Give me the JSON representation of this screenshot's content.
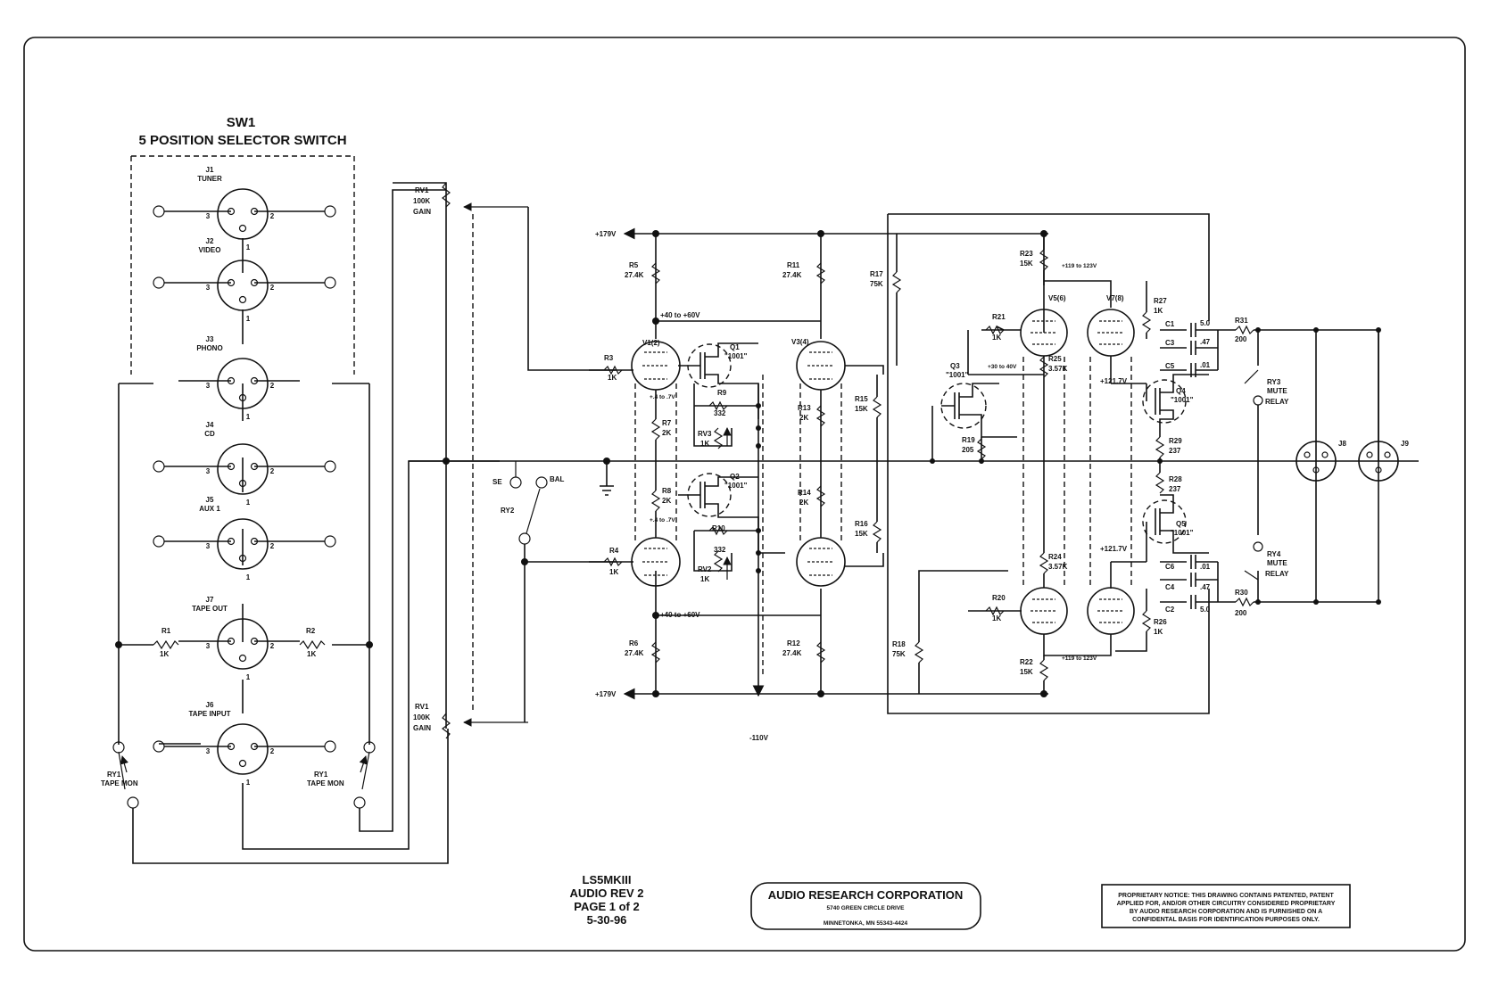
{
  "selector": {
    "title": "SW1",
    "subtitle": "5 POSITION SELECTOR SWITCH",
    "jacks": [
      {
        "ref": "J1",
        "name": "TUNER"
      },
      {
        "ref": "J2",
        "name": "VIDEO"
      },
      {
        "ref": "J3",
        "name": "PHONO"
      },
      {
        "ref": "J4",
        "name": "CD"
      },
      {
        "ref": "J5",
        "name": "AUX 1"
      },
      {
        "ref": "J7",
        "name": "TAPE OUT"
      },
      {
        "ref": "J6",
        "name": "TAPE INPUT"
      }
    ],
    "pins": {
      "p1": "1",
      "p2": "2",
      "p3": "3"
    }
  },
  "resistors_left": {
    "r1": {
      "ref": "R1",
      "val": "1K"
    },
    "r2": {
      "ref": "R2",
      "val": "1K"
    }
  },
  "relay_tape": {
    "ref": "RY1",
    "name": "TAPE MON"
  },
  "gain_pots": [
    {
      "ref": "RV1",
      "val": "100K",
      "name": "GAIN"
    },
    {
      "ref": "RV1",
      "val": "100K",
      "name": "GAIN"
    }
  ],
  "mode": {
    "se": "SE",
    "bal": "BAL",
    "relay": "RY2"
  },
  "rails": {
    "pos": "+179V",
    "neg": "-110V",
    "v40a": "+40 to +60V",
    "v40b": "+40 to +60V",
    "v4a": "+.4 to .7V",
    "v4b": "+.4 to .7V",
    "v30": "+30 to 40V",
    "v119a": "+119 to 123V",
    "v119b": "+119 to 123V",
    "v121a": "+121.7V",
    "v121b": "+121.7V"
  },
  "tubes": [
    {
      "ref": "V1(2)"
    },
    {
      "ref": "V3(4)"
    },
    {
      "ref": "V5(6)"
    },
    {
      "ref": "V7(8)"
    }
  ],
  "transistors": [
    {
      "ref": "Q1",
      "val": "\"1001\""
    },
    {
      "ref": "Q2",
      "val": "\"1001\""
    },
    {
      "ref": "Q3",
      "val": "\"1001\""
    },
    {
      "ref": "Q4",
      "val": "\"1001\""
    },
    {
      "ref": "Q5",
      "val": "\"1001\""
    }
  ],
  "resistors": {
    "R3": "1K",
    "R4": "1K",
    "R5": "27.4K",
    "R6": "27.4K",
    "R7": "2K",
    "R8": "2K",
    "R9": "332",
    "R10": "332",
    "RV3": "1K",
    "RV2": "1K",
    "R11": "27.4K",
    "R12": "27.4K",
    "R13": "2K",
    "R14": "2K",
    "R15": "15K",
    "R16": "15K",
    "R17": "75K",
    "R18": "75K",
    "R19": "205",
    "R20": "1K",
    "R21": "1K",
    "R22": "15K",
    "R23": "15K",
    "R24": "3.57K",
    "R25": "3.57K",
    "R26": "1K",
    "R27": "1K",
    "R28": "237",
    "R29": "237",
    "R30": "200",
    "R31": "200"
  },
  "caps": {
    "C1": "5.0",
    "C2": "5.0",
    "C3": ".47",
    "C4": ".47",
    "C5": ".01",
    "C6": ".01"
  },
  "mute": [
    {
      "ref": "RY3",
      "l1": "MUTE",
      "l2": "RELAY"
    },
    {
      "ref": "RY4",
      "l1": "MUTE",
      "l2": "RELAY"
    }
  ],
  "out_jacks": {
    "j8": "J8",
    "j9": "J9"
  },
  "titleblock": {
    "model": "LS5MKIII",
    "rev": "AUDIO REV 2",
    "page": "PAGE 1 of 2",
    "date": "5-30-96"
  },
  "company": {
    "name": "AUDIO RESEARCH CORPORATION",
    "street": "5740 GREEN CIRCLE DRIVE",
    "city": "MINNETONKA, MN 55343-4424"
  },
  "notice": {
    "l1": "PROPRIETARY NOTICE:  THIS DRAWING CONTAINS PATENTED, PATENT",
    "l2": "APPLIED FOR, AND/OR OTHER CIRCUITRY CONSIDERED PROPRIETARY",
    "l3": "BY AUDIO RESEARCH CORPORATION AND IS  FURNISHED ON A",
    "l4": "CONFIDENTAL BASIS FOR IDENTIFICATION PURPOSES ONLY."
  }
}
